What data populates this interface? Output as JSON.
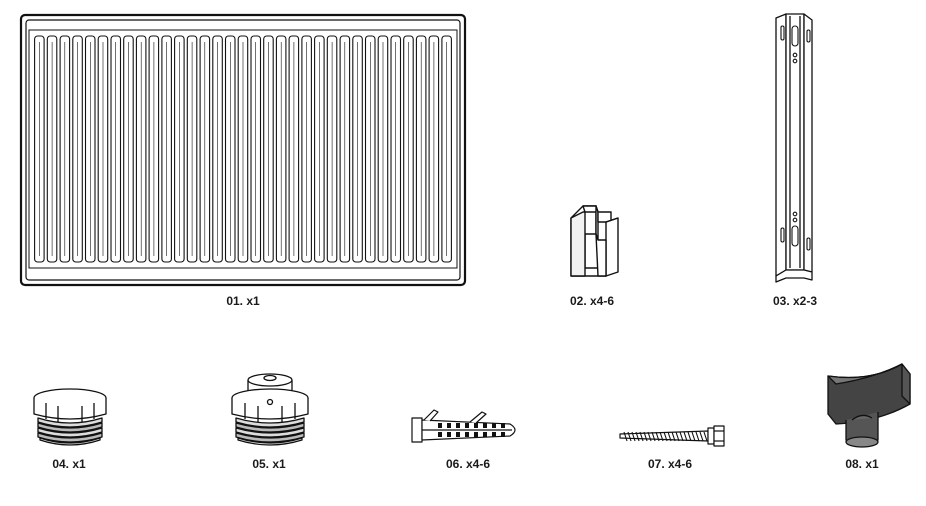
{
  "parts": [
    {
      "id": "radiator",
      "label": "01. x1",
      "icon": "radiator-panel"
    },
    {
      "id": "bracket-clip",
      "label": "02. x4-6",
      "icon": "bracket-clip"
    },
    {
      "id": "wall-bracket",
      "label": "03. x2-3",
      "icon": "wall-bracket"
    },
    {
      "id": "blank-plug",
      "label": "04. x1",
      "icon": "blank-plug"
    },
    {
      "id": "air-vent",
      "label": "05. x1",
      "icon": "air-vent-plug"
    },
    {
      "id": "wall-plug",
      "label": "06. x4-6",
      "icon": "wall-plug-anchor"
    },
    {
      "id": "screw",
      "label": "07. x4-6",
      "icon": "screw"
    },
    {
      "id": "bleed-key",
      "label": "08. x1",
      "icon": "bleed-key"
    }
  ]
}
